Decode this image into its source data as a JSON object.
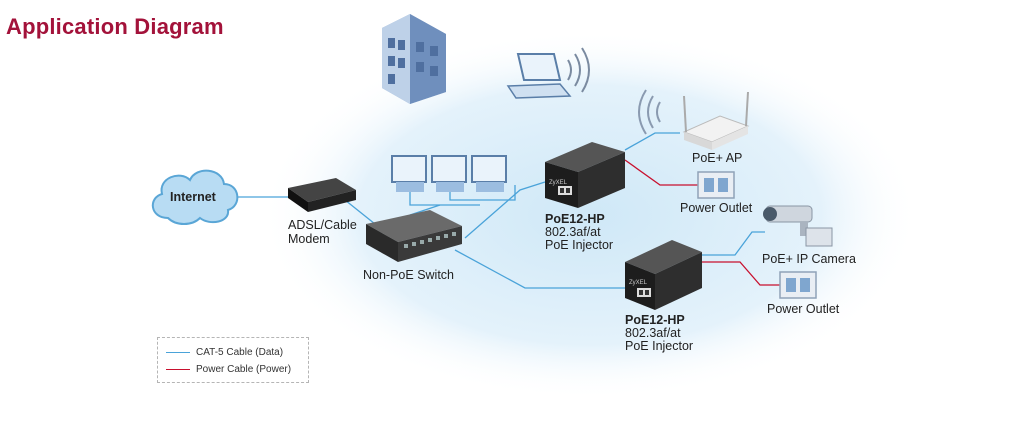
{
  "title": "Application Diagram",
  "nodes": {
    "internet": "Internet",
    "modem_line1": "ADSL/Cable",
    "modem_line2": "Modem",
    "switch": "Non-PoE Switch",
    "injector1": {
      "name": "PoE12-HP",
      "line2": "802.3af/at",
      "line3": "PoE Injector"
    },
    "injector2": {
      "name": "PoE12-HP",
      "line2": "802.3af/at",
      "line3": "PoE Injector"
    },
    "ap": "PoE+ AP",
    "outlet1": "Power Outlet",
    "camera": "PoE+ IP Camera",
    "outlet2": "Power Outlet",
    "injector_brand": "ZyXEL"
  },
  "legend": {
    "data": "CAT-5 Cable (Data)",
    "power": "Power Cable (Power)"
  },
  "colors": {
    "title": "#a3123a",
    "data_cable": "#4aa3d9",
    "power_cable": "#c8102e",
    "background_glow": "#d6ecf8"
  }
}
